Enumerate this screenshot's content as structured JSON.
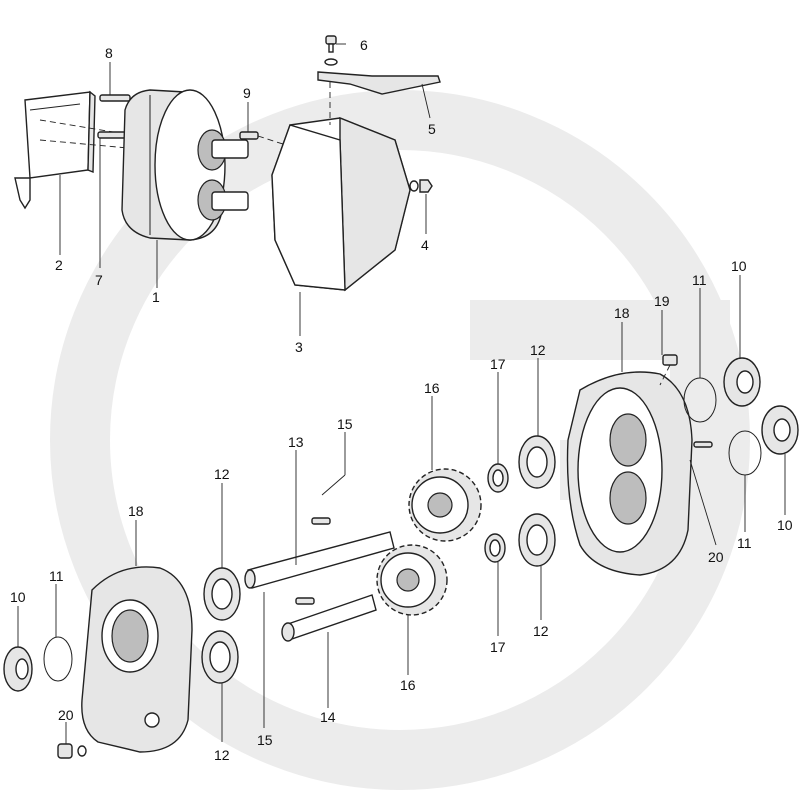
{
  "watermark": {
    "description": "large light grey G-in-circle mark",
    "color": "#ececec"
  },
  "colors": {
    "line": "#222222",
    "fill_light": "#e6e6e6",
    "fill_dark": "#bdbdbd",
    "label": "#111111"
  },
  "callouts": {
    "c1": "1",
    "c2": "2",
    "c3": "3",
    "c4": "4",
    "c5": "5",
    "c6": "6",
    "c7": "7",
    "c8": "8",
    "c9": "9",
    "c10a": "10",
    "c10b": "10",
    "c10c": "10",
    "c11a": "11",
    "c11b": "11",
    "c11c": "11",
    "c12a": "12",
    "c12b": "12",
    "c12c": "12",
    "c12d": "12",
    "c13": "13",
    "c14": "14",
    "c15a": "15",
    "c15b": "15",
    "c16a": "16",
    "c16b": "16",
    "c17a": "17",
    "c17b": "17",
    "c18a": "18",
    "c18b": "18",
    "c19": "19",
    "c20a": "20",
    "c20b": "20"
  }
}
